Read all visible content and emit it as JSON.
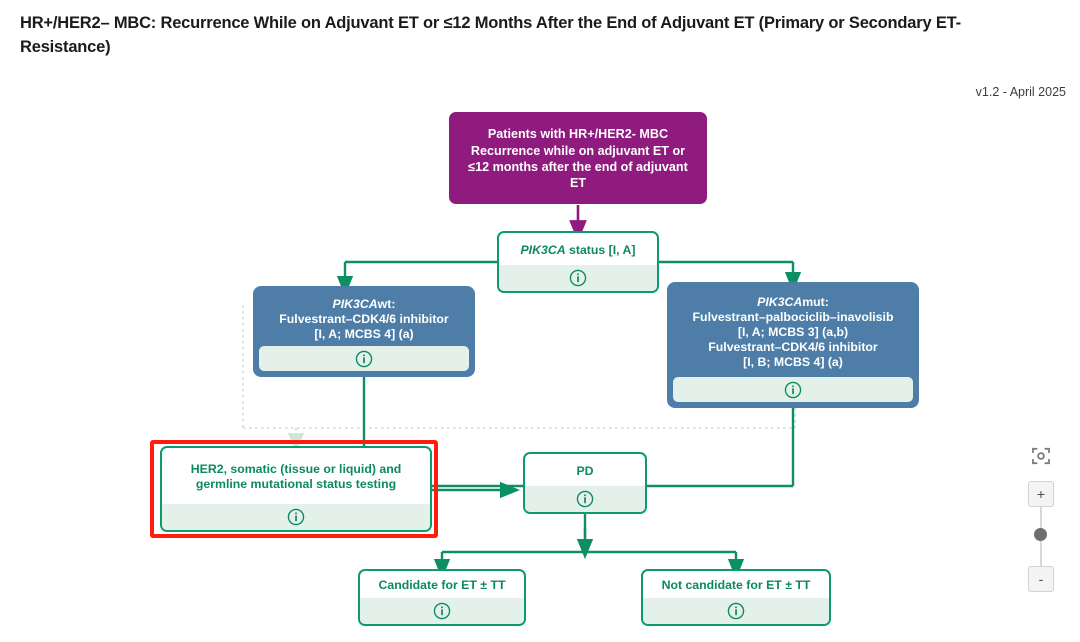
{
  "header": {
    "title": "HR+/HER2– MBC: Recurrence While on Adjuvant ET or ≤12 Months After the End of Adjuvant ET (Primary or Secondary ET-Resistance)",
    "version": "v1.2 - April 2025"
  },
  "diagram": {
    "type": "flowchart",
    "nodes": {
      "start": {
        "id": "start",
        "kind": "start",
        "color": "#8e1b7d",
        "lines": [
          "Patients with HR+/HER2- MBC",
          "Recurrence while on adjuvant ET or",
          "≤12 months after the end of adjuvant",
          "ET"
        ],
        "has_info": false
      },
      "pik3ca_status": {
        "id": "pik3ca_status",
        "kind": "decision",
        "color": "#0e9b6c",
        "label_italic": "PIK3CA",
        "label_rest": " status [I, A]",
        "has_info": true,
        "info_icon": "info-circle-icon"
      },
      "pik3ca_wt": {
        "id": "pik3ca_wt",
        "kind": "treatment",
        "color": "#4e7ea8",
        "label_italic": "PIK3CA",
        "label_rest": "wt:",
        "lines": [
          "Fulvestrant–CDK4/6 inhibitor",
          "[I, A; MCBS 4] (a)"
        ],
        "has_info": true,
        "info_icon": "info-circle-icon"
      },
      "pik3ca_mut": {
        "id": "pik3ca_mut",
        "kind": "treatment",
        "color": "#4e7ea8",
        "label_italic": "PIK3CA",
        "label_rest": "mut:",
        "lines": [
          "Fulvestrant–palbociclib–inavolisib",
          "[I, A; MCBS 3] (a,b)",
          "Fulvestrant–CDK4/6 inhibitor",
          "[I, B; MCBS 4] (a)"
        ],
        "has_info": true,
        "info_icon": "info-circle-icon"
      },
      "her2_testing": {
        "id": "her2_testing",
        "kind": "decision",
        "color": "#0e9b6c",
        "selected": true,
        "selection_color": "#ff1d10",
        "lines": [
          "HER2, somatic (tissue or liquid) and",
          "germline mutational status testing"
        ],
        "has_info": true,
        "info_icon": "info-circle-icon"
      },
      "pd": {
        "id": "pd",
        "kind": "decision",
        "color": "#0e9b6c",
        "lines": [
          "PD"
        ],
        "has_info": true,
        "info_icon": "info-circle-icon"
      },
      "candidate": {
        "id": "candidate",
        "kind": "outcome",
        "color": "#0e9b6c",
        "lines": [
          "Candidate for ET ± TT"
        ],
        "has_info": true,
        "info_icon": "info-circle-icon"
      },
      "not_candidate": {
        "id": "not_candidate",
        "kind": "outcome",
        "color": "#0e9b6c",
        "lines": [
          "Not candidate for ET ± TT"
        ],
        "has_info": true,
        "info_icon": "info-circle-icon"
      }
    },
    "edges": [
      {
        "from": "start",
        "to": "pik3ca_status",
        "style": "solid",
        "color": "#8e1b7d"
      },
      {
        "from": "pik3ca_status",
        "to": "pik3ca_wt",
        "style": "solid",
        "color": "#0b8f63"
      },
      {
        "from": "pik3ca_status",
        "to": "pik3ca_mut",
        "style": "solid",
        "color": "#0b8f63"
      },
      {
        "from": "pik3ca_wt",
        "to": "pd",
        "style": "solid",
        "color": "#0b8f63"
      },
      {
        "from": "pik3ca_mut",
        "to": "pd",
        "style": "solid",
        "color": "#0b8f63"
      },
      {
        "from": "pik3ca_wt",
        "to": "her2_testing",
        "style": "dotted",
        "color": "#cfe5da"
      },
      {
        "from": "her2_testing",
        "to": "pd",
        "style": "solid",
        "color": "#0b8f63"
      },
      {
        "from": "pd",
        "to": "candidate",
        "style": "solid",
        "color": "#0b8f63"
      },
      {
        "from": "pd",
        "to": "not_candidate",
        "style": "solid",
        "color": "#0b8f63"
      }
    ]
  },
  "controls": {
    "focus_label": "",
    "focus_icon": "focus-frame-icon",
    "zoom_in_label": "+",
    "zoom_out_label": "-"
  }
}
